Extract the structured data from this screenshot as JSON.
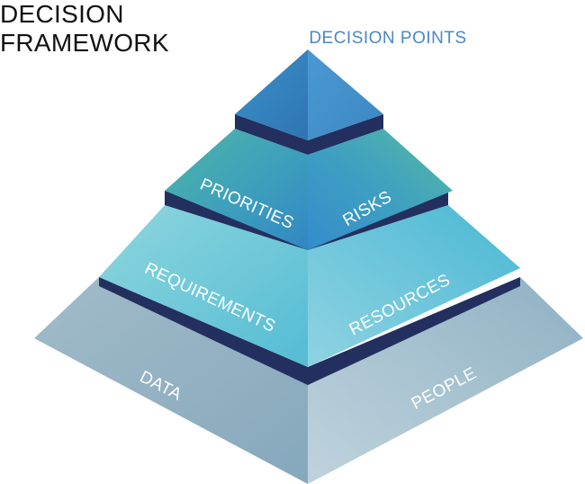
{
  "title": {
    "line1": "DECISION",
    "line2": "FRAMEWORK"
  },
  "pyramid": {
    "apex_label": "DECISION POINTS",
    "tiers": [
      {
        "id": "top",
        "left_label": "",
        "right_label": ""
      },
      {
        "id": "priorities-risks",
        "left_label": "PRIORITIES",
        "right_label": "RISKS"
      },
      {
        "id": "requirements-resources",
        "left_label": "REQUIREMENTS",
        "right_label": "RESOURCES"
      },
      {
        "id": "data-people",
        "left_label": "DATA",
        "right_label": "PEOPLE"
      }
    ]
  },
  "colors": {
    "title": "#111111",
    "apex_label": "#4a88c2",
    "separator": "#232f5e",
    "labels": "#ffffff"
  }
}
